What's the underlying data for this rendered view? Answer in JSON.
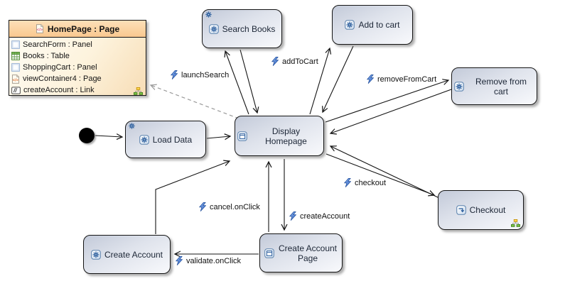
{
  "class_box": {
    "title": "HomePage : Page",
    "title_icon": "page-icon",
    "attributes": [
      {
        "label": "SearchForm : Panel",
        "icon": "panel-icon"
      },
      {
        "label": "Books : Table",
        "icon": "table-icon"
      },
      {
        "label": "ShoppingCart : Panel",
        "icon": "panel-icon"
      },
      {
        "label": "viewContainer4 : Page",
        "icon": "page-icon"
      },
      {
        "label": "createAccount : Link",
        "icon": "link-icon"
      }
    ]
  },
  "states": {
    "load_data": {
      "label": "Load Data",
      "icon": "action-state-icon",
      "decorator": "gear-icon"
    },
    "search_books": {
      "label": "Search Books",
      "icon": "action-state-icon",
      "decorator": "gear-icon"
    },
    "add_to_cart": {
      "label": "Add to cart",
      "icon": "action-state-icon"
    },
    "remove_from_cart": {
      "label": "Remove from cart",
      "icon": "action-state-icon"
    },
    "display_homepage": {
      "label": "Display Homepage",
      "icon": "window-state-icon"
    },
    "checkout": {
      "label": "Checkout",
      "icon": "submachine-icon",
      "decorator": "composite-icon"
    },
    "create_account": {
      "label": "Create Account",
      "icon": "action-state-icon"
    },
    "create_account_page": {
      "label": "Create Account Page",
      "icon": "window-state-icon"
    }
  },
  "transitions": {
    "launch_search": {
      "label": "launchSearch"
    },
    "add_to_cart": {
      "label": "addToCart"
    },
    "remove_from_cart": {
      "label": "removeFromCart"
    },
    "checkout": {
      "label": "checkout"
    },
    "cancel_on_click": {
      "label": "cancel.onClick"
    },
    "create_account": {
      "label": "createAccount"
    },
    "validate_on_click": {
      "label": "validate.onClick"
    }
  },
  "colors": {
    "state_fill_top": "#c3cad9",
    "state_fill_bottom": "#f8f9fc",
    "state_border": "#141414",
    "class_header_fill": "#f9c88f",
    "class_body_fill": "#fdf3dd",
    "trigger_bolt_blue": "#4a86d8",
    "icon_blue": "#2d5f9e",
    "dashed_trace_gray": "#9a9a9a"
  }
}
